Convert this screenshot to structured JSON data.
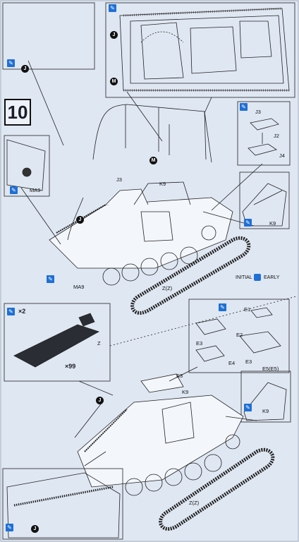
{
  "step": {
    "number": "10"
  },
  "labels": {
    "J": "J",
    "M": "M",
    "J3": "J3",
    "J2": "J2",
    "J4": "J4",
    "K9": "K9",
    "MA9": "MA9",
    "Z": "Z",
    "Z_Z": "Z(Z)",
    "E1": "E1",
    "E2": "E2",
    "E3": "E3",
    "E4": "E4",
    "E5": "E5(E5)",
    "count_x2": "×2",
    "count_x99": "×99"
  },
  "legend": {
    "initial": "INITIAL",
    "early": "EARLY"
  },
  "colors": {
    "paper": "#dfe7f2",
    "ink": "#1a1d26",
    "cement": "#1f6fd6"
  }
}
